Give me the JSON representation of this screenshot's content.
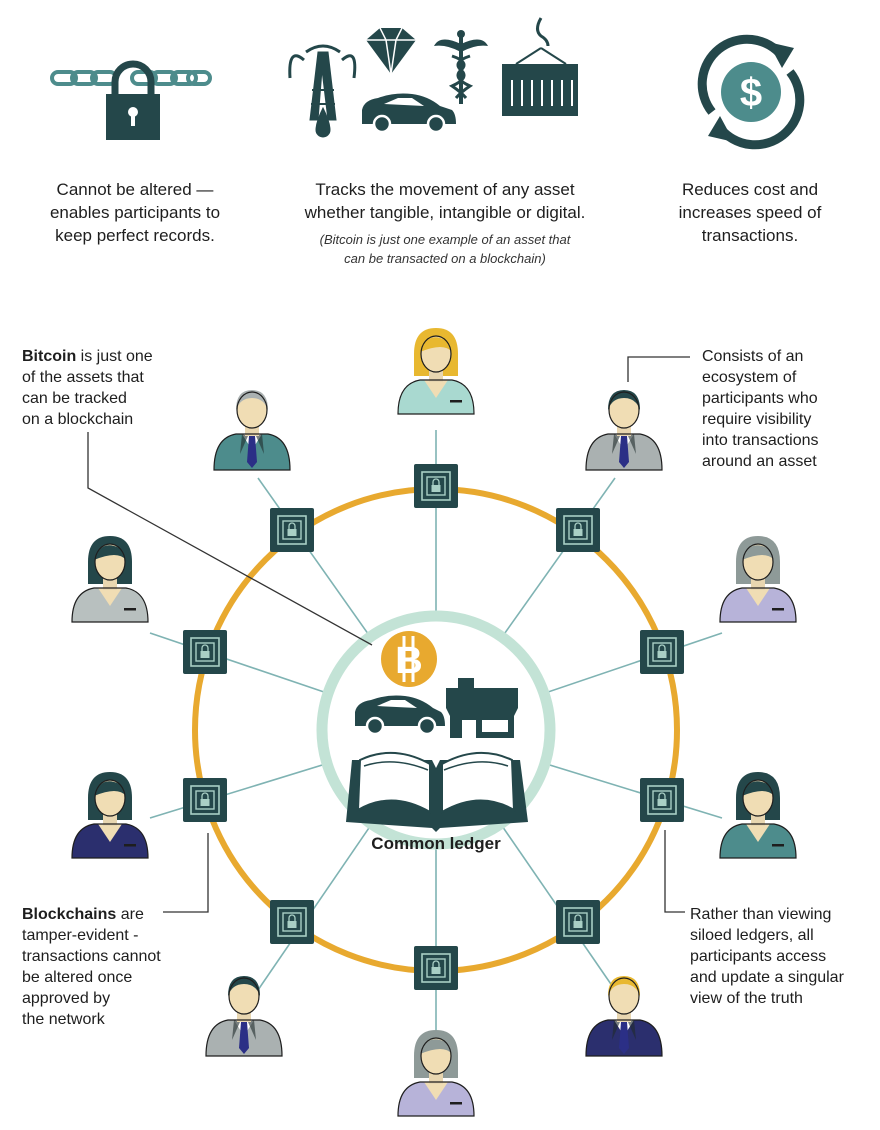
{
  "features": [
    {
      "line1": "Cannot be altered —",
      "line2": "enables participants to",
      "line3": "keep perfect records."
    },
    {
      "line1": "Tracks the movement of any asset",
      "line2": "whether tangible, intangible or digital.",
      "note1": "(Bitcoin is just one example of an asset that",
      "note2": "can be transacted on a blockchain)"
    },
    {
      "line1": "Reduces cost and",
      "line2": "increases speed of",
      "line3": "transactions."
    }
  ],
  "callouts": {
    "bitcoin": {
      "bold": "Bitcoin",
      "rest1": " is just one",
      "rest2": "of the assets that",
      "rest3": "can be tracked",
      "rest4": "on a blockchain"
    },
    "ecosystem": {
      "l1": "Consists of an",
      "l2": "ecosystem of",
      "l3": "participants who",
      "l4": "require visibility",
      "l5": "into transactions",
      "l6": "around an asset"
    },
    "tamper": {
      "bold": "Blockchains",
      "rest1": " are",
      "l2": "tamper-evident -",
      "l3": "transactions cannot",
      "l4": "be altered once",
      "l5": "approved by",
      "l6": "the network"
    },
    "siloed": {
      "l1": "Rather than viewing",
      "l2": "siloed ledgers, all",
      "l3": "participants access",
      "l4": "and update a singular",
      "l5": "view of the truth"
    }
  },
  "ledger": {
    "label": "Common ledger"
  },
  "icons": {
    "currency_symbol": "$",
    "bitcoin_symbol": "B"
  },
  "colors": {
    "dark_teal": "#24474a",
    "teal": "#4d8c8c",
    "light_teal": "#c3e3d6",
    "gold_ring": "#e8a92f",
    "bitcoin_gold": "#e8a92f",
    "spoke": "#7fb3b3"
  }
}
